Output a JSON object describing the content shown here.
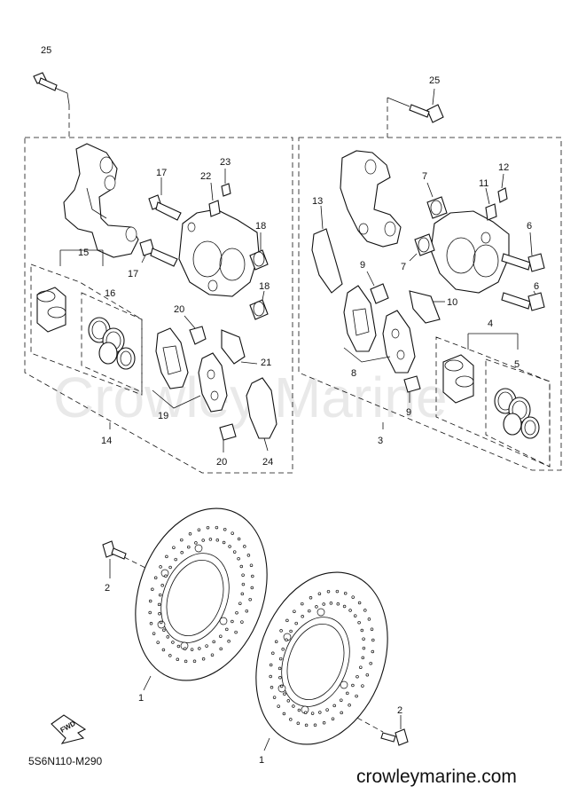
{
  "watermark": "Crowley Marine",
  "diagram_code": "5S6N110-M290",
  "website": "crowleymarine.com",
  "fwd_label": "FWD",
  "callouts": {
    "c25a": "25",
    "c25b": "25",
    "c17a": "17",
    "c17b": "17",
    "c23": "23",
    "c22": "22",
    "c18a": "18",
    "c18b": "18",
    "c15": "15",
    "c16": "16",
    "c20a": "20",
    "c20b": "20",
    "c21": "21",
    "c19": "19",
    "c24": "24",
    "c14": "14",
    "c13": "13",
    "c7a": "7",
    "c7b": "7",
    "c12": "12",
    "c11": "11",
    "c6a": "6",
    "c6b": "6",
    "c9a": "9",
    "c9b": "9",
    "c10": "10",
    "c8": "8",
    "c4": "4",
    "c5": "5",
    "c3": "3",
    "c2a": "2",
    "c2b": "2",
    "c1a": "1",
    "c1b": "1"
  }
}
